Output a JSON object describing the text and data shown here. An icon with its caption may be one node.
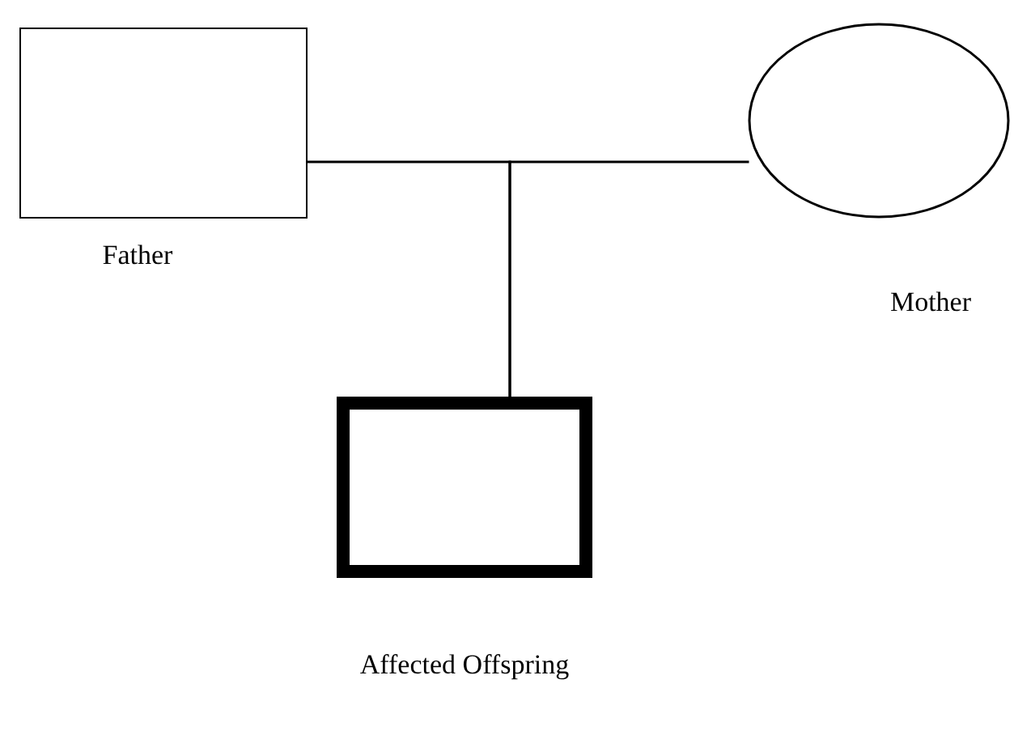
{
  "diagram": {
    "nodes": [
      {
        "text": [
          "Father"
        ]
      },
      {
        "text": [
          "Mother"
        ]
      },
      {
        "text": [
          "Affected Offspring"
        ]
      }
    ],
    "edges": [
      {
        "from": 0,
        "to": 2,
        "arrow": "none"
      },
      {
        "from": 1,
        "to": 2,
        "arrow": "none"
      }
    ]
  }
}
